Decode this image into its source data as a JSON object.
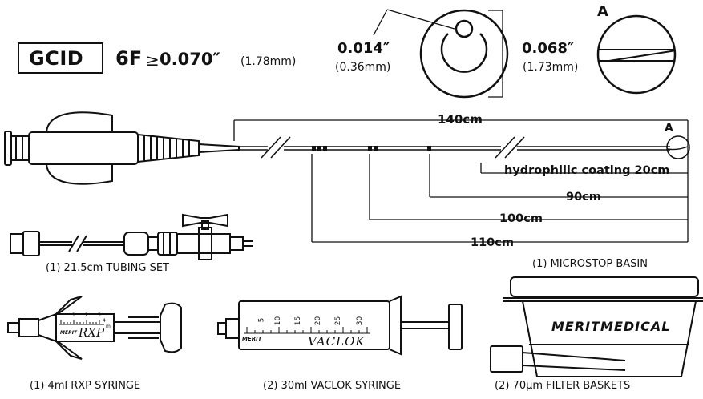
{
  "header": {
    "badge": "GCID",
    "size": "6F",
    "id_symbol": "≥",
    "id_inch": "0.070″",
    "id_mm": "(1.78mm)"
  },
  "cross_section": {
    "wire_inch": "0.014″",
    "wire_mm": "(0.36mm)",
    "od_inch": "0.068″",
    "od_mm": "(1.73mm)",
    "detail_label": "A"
  },
  "catheter": {
    "total_length": "140cm",
    "tip_label": "A",
    "markers": [
      {
        "label": "hydrophilic coating 20cm"
      },
      {
        "label": "90cm"
      },
      {
        "label": "100cm"
      },
      {
        "label": "110cm"
      }
    ]
  },
  "accessories": {
    "tubing": "(1) 21.5cm TUBING SET",
    "rxp": "(1) 4ml RXP SYRINGE",
    "rxp_brand": "RXP",
    "rxp_maker": "MERIT",
    "rxp_scale": [
      "1",
      "2",
      "3",
      "4",
      "ml"
    ],
    "vaclok": "(2) 30ml VACLOK SYRINGE",
    "vaclok_brand": "VACLOK",
    "vaclok_maker": "MERIT",
    "vaclok_scale": [
      "5",
      "10",
      "15",
      "20",
      "25",
      "30"
    ],
    "basin": "(1) MICROSTOP BASIN",
    "basin_brand": "MERITMEDICAL",
    "filter": "(2) 70µm FILTER BASKETS"
  }
}
